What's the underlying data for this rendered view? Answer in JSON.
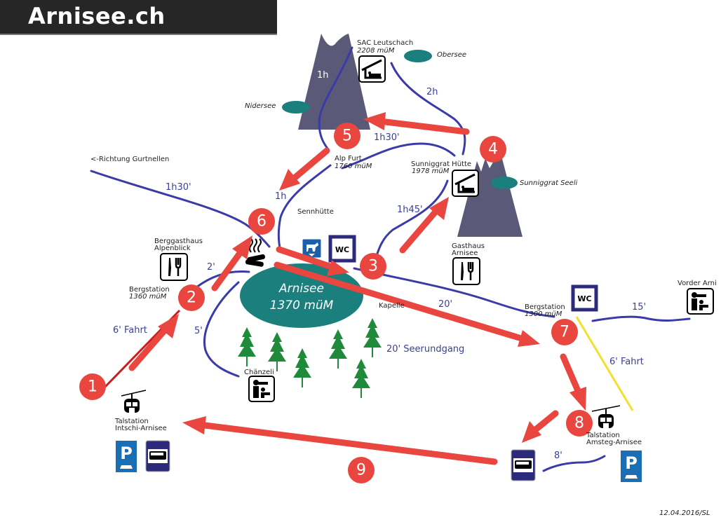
{
  "header": {
    "title": "Arnisee.ch"
  },
  "colors": {
    "trail": "#3a3ba8",
    "route_arrow": "#e8463f",
    "mountain": "#5a5a78",
    "lake": "#1b7f7e",
    "cable_red": "#c81e1e",
    "cable_yellow": "#f0e030",
    "tree": "#1e8a3a"
  },
  "places": {
    "sac_name": "SAC Leutschach",
    "sac_alt": "2208 müM",
    "obersee": "Obersee",
    "nidersee": "Nidersee",
    "alp_furt_name": "Alp Furt",
    "alp_furt_alt": "1760 müM",
    "sunniggrat_name": "Sunniggrat Hütte",
    "sunniggrat_alt": "1978 müM",
    "sunniggrat_seeli": "Sunniggrat Seeli",
    "richtung": "<-Richtung Gurtnellen",
    "sennhuette": "Sennhütte",
    "berggasthaus_1": "Berggasthaus",
    "berggasthaus_2": "Alpenblick",
    "gasthaus_1": "Gasthaus",
    "gasthaus_2": "Arnisee",
    "bergstation_w_name": "Bergstation",
    "bergstation_w_alt": "1360 müM",
    "lake_name": "Arnisee",
    "lake_alt": "1370 müM",
    "kapelle": "Kapelle",
    "bergstation_e_name": "Bergstation",
    "bergstation_e_alt": "1300 müM",
    "vorder_arni": "Vorder Arni",
    "chaenzeli": "Chänzeli",
    "talstation_w_1": "Talstation",
    "talstation_w_2": "Intschi-Arnisee",
    "talstation_e_1": "Talstation",
    "talstation_e_2": "Amsteg-Arnisee"
  },
  "durations": {
    "sac_to_alp": "1h",
    "sac_to_sunniggrat": "2h",
    "sunniggrat_to_alp": "1h30'",
    "gurtnellen": "1h30'",
    "alp_to_lake": "1h",
    "sunniggrat_to_lake": "1h45'",
    "bergstation_to_lake": "2'",
    "lake_to_chaenzeli": "5'",
    "cable_west": "6' Fahrt",
    "lake_to_bergstation_e": "20'",
    "seerundgang": "20' Seerundgang",
    "to_vorder_arni": "15'",
    "cable_east": "6' Fahrt",
    "bus_to_talstation": "8'"
  },
  "route_steps": [
    "1",
    "2",
    "3",
    "4",
    "5",
    "6",
    "7",
    "8",
    "9"
  ],
  "icons": {
    "wc_label": "WC",
    "parking_label": "P"
  },
  "footer": {
    "stamp": "12.04.2016/SL"
  }
}
